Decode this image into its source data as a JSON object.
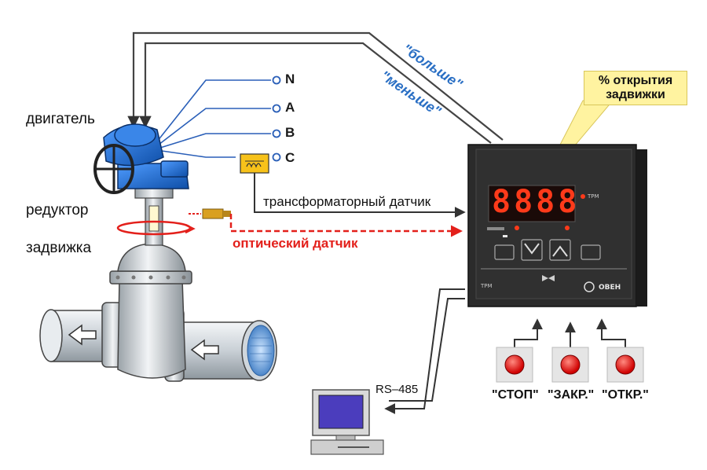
{
  "labels": {
    "motor": "двигатель",
    "gearbox": "редуктор",
    "valve": "задвижка",
    "transformer_sensor": "трансформаторный датчик",
    "optical_sensor": "оптический датчик",
    "more": "\"больше\"",
    "less": "\"меньше\"",
    "callout": "% открытия задвижки",
    "rs485": "RS–485"
  },
  "wires": [
    "N",
    "A",
    "B",
    "C"
  ],
  "indicator": {
    "display": "8888",
    "model": "ТРМ",
    "device_code": "ТРМ",
    "brand": "ОВЕН"
  },
  "buttons": [
    {
      "label": "\"СТОП\""
    },
    {
      "label": "\"ЗАКР.\""
    },
    {
      "label": "\"ОТКР.\""
    }
  ],
  "colors": {
    "motor_blue": "#1f6fd1",
    "optical_red": "#e3201b",
    "signal_blue": "#2a6fc4",
    "indicator_body": "#2b2b2b",
    "digits": "#ff3a1a",
    "button_red": "#e01010",
    "callout_bg": "#fff3a0"
  }
}
